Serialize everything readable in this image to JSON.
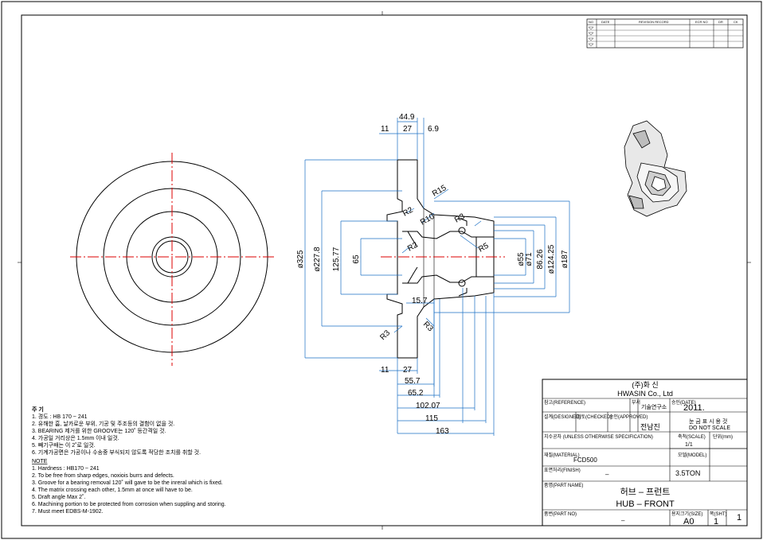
{
  "revision_table": {
    "headers": [
      "NO",
      "DATE",
      "REVISION RECORD",
      "ECR NO",
      "DR",
      "CK"
    ]
  },
  "dimensions": {
    "top": [
      "44.9",
      "11",
      "27",
      "6.9"
    ],
    "radii": [
      "R15",
      "R2",
      "R10",
      "R2",
      "R3",
      "R5",
      "R3",
      "R3"
    ],
    "bottom": [
      "11",
      "27",
      "15.7",
      "55.7",
      "65.2",
      "102.07",
      "115",
      "163"
    ],
    "left_diameters": [
      "ø325",
      "ø227.8",
      "125.77",
      "65"
    ],
    "right_diameters": [
      "ø55",
      "ø71",
      "86.26",
      "ø124.25",
      "ø187"
    ]
  },
  "notes_kr": {
    "title": "주 기",
    "lines": [
      "1. 경도 : HB 170 ~ 241",
      "2. 유해한 흠, 날카로운 부위, 기공 및 주조등의 결함이 없을 것.",
      "3. BEARING 제거를 위한 GROOVE는 120˚ 등간격일 것.",
      "4. 가공일 거리상은 1.5mm 이내 일것.",
      "5. 빼기구배는 이 2˚로 일것.",
      "6. 기계가공면은 가공이나 수송중 부식되지 않도록 적당한 조치를 취할 것."
    ]
  },
  "notes_en": {
    "title": "NOTE",
    "lines": [
      "1. Hardness : HB170 ~ 241",
      "2. To be free from sharp edges, noxiois burrs and defects.",
      "3. Groove for a bearing removal 120˚ will gave to be the inreral which is fixed.",
      "4. The matrix crossing each other, 1.5mm at once will have to be.",
      "5. Draft angle Max 2˚.",
      "6. Machining portion to be protected from corrosion when suppling and storing.",
      "7. Must meet EDBS-M-1902."
    ]
  },
  "title_block": {
    "company_kr": "(주)화 신",
    "company_en": "HWASIN Co., Ltd",
    "reference_label": "참고(REFERENCE)",
    "dept_label": "부서",
    "dept_value": "기술연구소",
    "date_label": "승인(DATE)",
    "date_value": "2011.",
    "designed_label": "설계(DESIGNED)",
    "checked_label": "검토(CHECKED)",
    "approved_label": "승인(APPROVED)",
    "approved_name": "전남진",
    "scale_note_kr": "눈 금 표 시 용 것",
    "scale_note_en": "DO NOT SCALE",
    "unless_label": "치수공차 (UNLESS OTHERWISE SPECIFICATION)",
    "scale_label": "축척(SCALE)",
    "scale_value": "1/1",
    "unit_label": "단위(mm)",
    "material_label": "재질(MATERIAL)",
    "material_value": "FCD500",
    "model_label": "모델(MODEL)",
    "finish_label": "표면처리(FINISH)",
    "finish_value": "–",
    "model_value": "3.5TON",
    "part_name_label": "품명(PART NAME)",
    "part_name_kr": "허브 – 프런트",
    "part_name_en": "HUB – FRONT",
    "part_no_label": "품번(PART NO)",
    "part_no_value": "–",
    "size_label": "용지크기(SIZE)",
    "size_value": "A0",
    "sheet_label": "쪽(SHT)",
    "sheet_value": "1",
    "sheet_total": "1"
  }
}
